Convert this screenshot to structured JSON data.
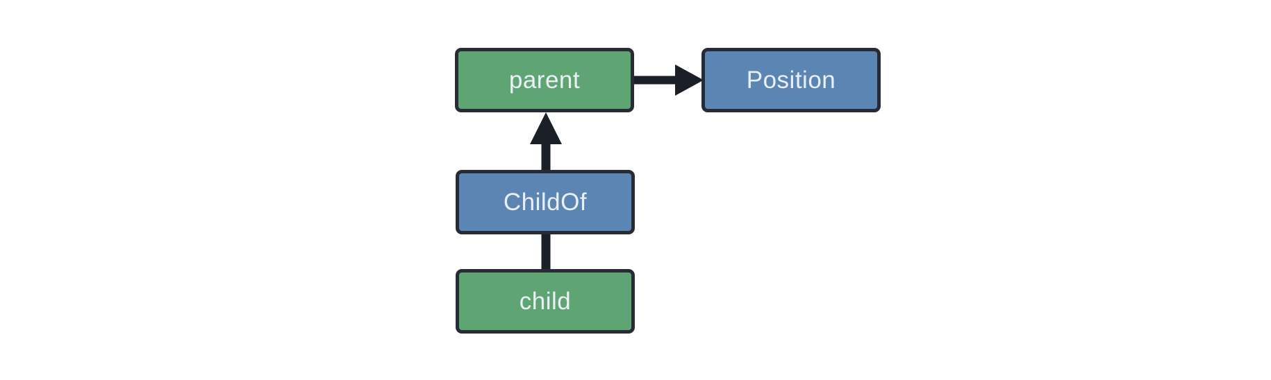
{
  "diagram": {
    "background": "#ffffff",
    "colors": {
      "border": "#262b35",
      "arrow": "#1b1f28",
      "text": "#edeff6",
      "entity_fill": "#5fa573",
      "component_fill": "#5b86b4"
    },
    "nodes": [
      {
        "id": "parent",
        "label": "parent",
        "fill": "#5fa573"
      },
      {
        "id": "position",
        "label": "Position",
        "fill": "#5b86b4"
      },
      {
        "id": "childof",
        "label": "ChildOf",
        "fill": "#5b86b4"
      },
      {
        "id": "child",
        "label": "child",
        "fill": "#5fa573"
      }
    ],
    "edges": [
      {
        "from": "parent",
        "to": "position",
        "style": "arrow"
      },
      {
        "from": "childof",
        "to": "parent",
        "style": "arrow"
      },
      {
        "from": "child",
        "to": "childof",
        "style": "line"
      }
    ]
  }
}
